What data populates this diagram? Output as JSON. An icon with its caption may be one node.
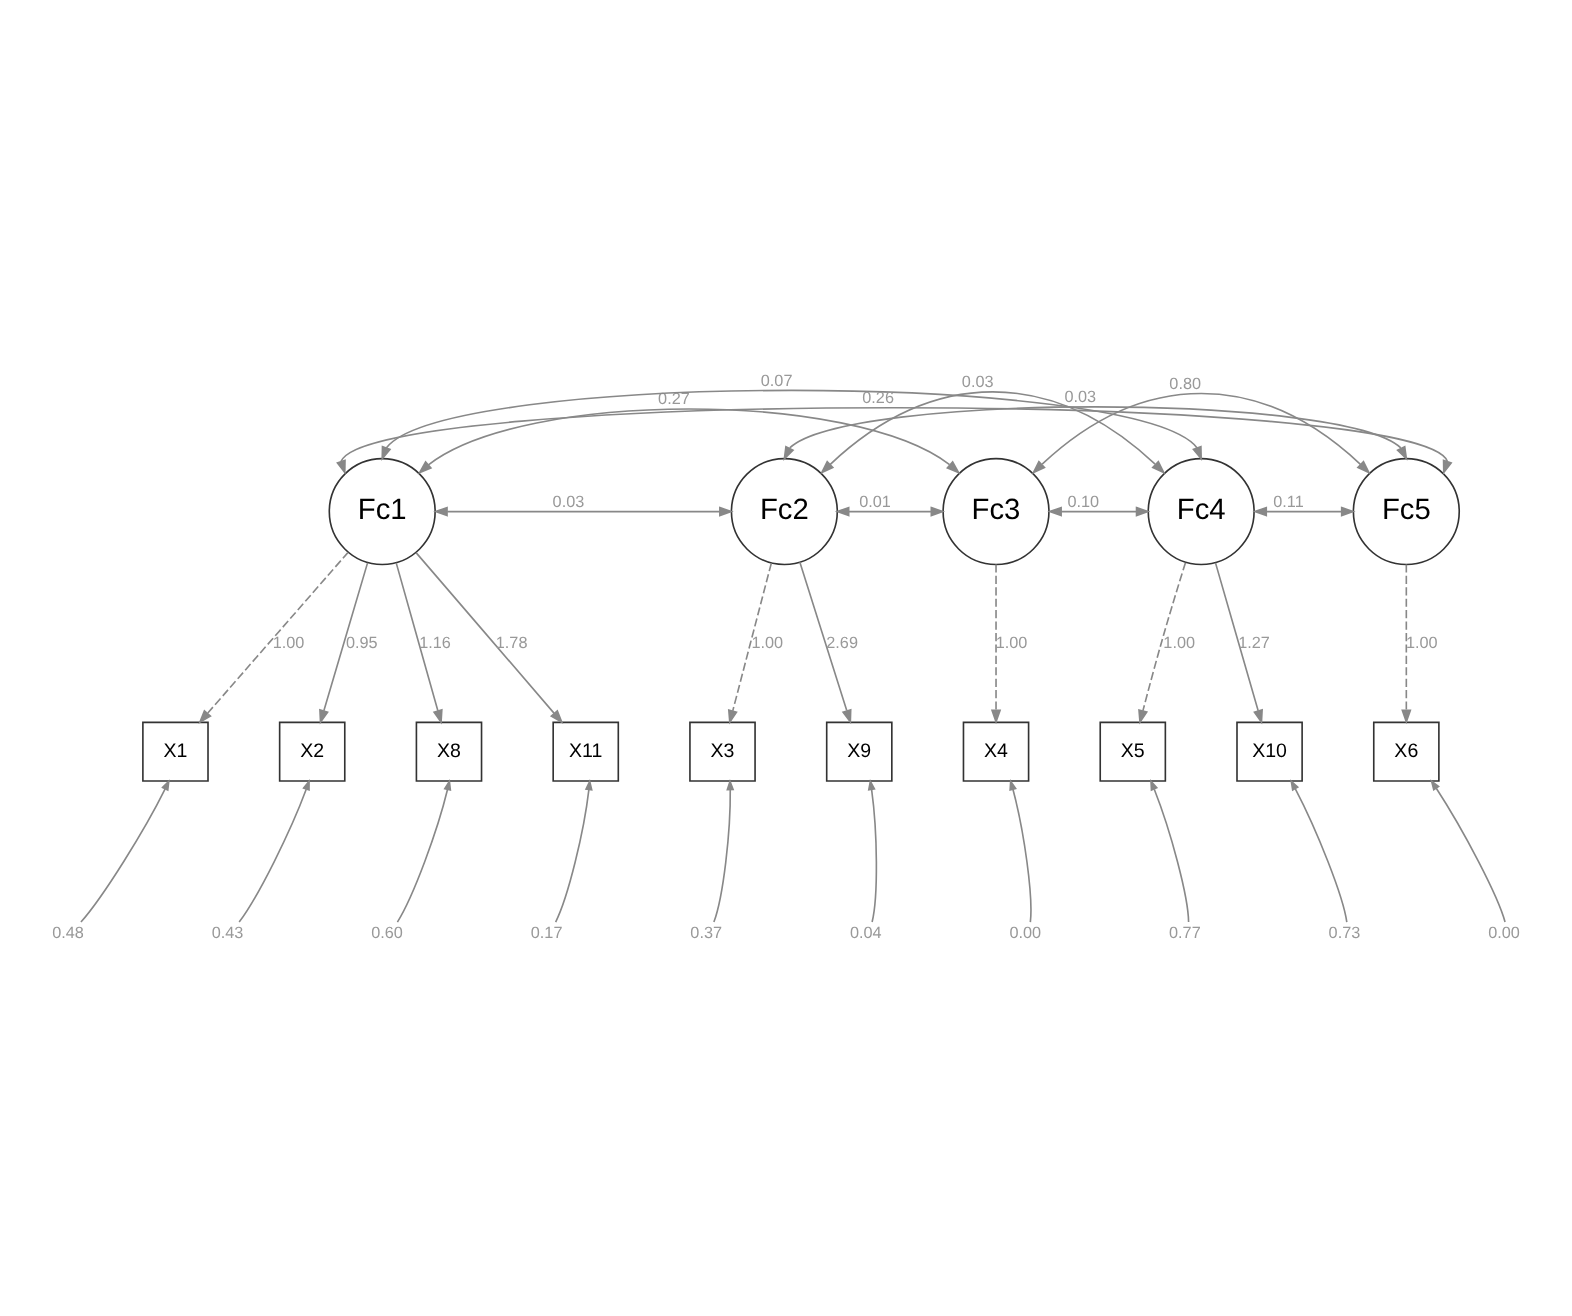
{
  "diagram": {
    "nodes": [
      {
        "text": [
          "Fc1"
        ]
      },
      {
        "text": [
          "Fc2"
        ]
      },
      {
        "text": [
          "Fc3"
        ]
      },
      {
        "text": [
          "Fc4"
        ]
      },
      {
        "text": [
          "Fc5"
        ]
      },
      {
        "text": [
          "X1"
        ]
      },
      {
        "text": [
          "X2"
        ]
      },
      {
        "text": [
          "X8"
        ]
      },
      {
        "text": [
          "X11"
        ]
      },
      {
        "text": [
          "X3"
        ]
      },
      {
        "text": [
          "X9"
        ]
      },
      {
        "text": [
          "X4"
        ]
      },
      {
        "text": [
          "X5"
        ]
      },
      {
        "text": [
          "X10"
        ]
      },
      {
        "text": [
          "X6"
        ]
      },
      {
        "text": [
          "0.48"
        ]
      },
      {
        "text": [
          "0.43"
        ]
      },
      {
        "text": [
          "0.60"
        ]
      },
      {
        "text": [
          "0.17"
        ]
      },
      {
        "text": [
          "0.37"
        ]
      },
      {
        "text": [
          "0.04"
        ]
      },
      {
        "text": [
          "0.00"
        ]
      },
      {
        "text": [
          "0.77"
        ]
      },
      {
        "text": [
          "0.73"
        ]
      },
      {
        "text": [
          "0.00"
        ]
      }
    ],
    "edges": [
      {
        "from": 0,
        "to": 5,
        "arrow": "to",
        "label": "1.00",
        "style": "dashed"
      },
      {
        "from": 0,
        "to": 6,
        "arrow": "to",
        "label": "0.95"
      },
      {
        "from": 0,
        "to": 7,
        "arrow": "to",
        "label": "1.16"
      },
      {
        "from": 0,
        "to": 8,
        "arrow": "to",
        "label": "1.78"
      },
      {
        "from": 1,
        "to": 9,
        "arrow": "to",
        "label": "1.00",
        "style": "dashed"
      },
      {
        "from": 1,
        "to": 10,
        "arrow": "to",
        "label": "2.69"
      },
      {
        "from": 2,
        "to": 11,
        "arrow": "to",
        "label": "1.00",
        "style": "dashed"
      },
      {
        "from": 3,
        "to": 12,
        "arrow": "to",
        "label": "1.00",
        "style": "dashed"
      },
      {
        "from": 3,
        "to": 13,
        "arrow": "to",
        "label": "1.27"
      },
      {
        "from": 4,
        "to": 14,
        "arrow": "to",
        "label": "1.00",
        "style": "dashed"
      },
      {
        "from": 0,
        "to": 1,
        "arrow": "both",
        "label": "0.03"
      },
      {
        "from": 0,
        "to": 2,
        "arrow": "both",
        "label": "0.27"
      },
      {
        "from": 0,
        "to": 3,
        "arrow": "both",
        "label": "0.07"
      },
      {
        "from": 0,
        "to": 4,
        "arrow": "both",
        "label": "0.26"
      },
      {
        "from": 1,
        "to": 2,
        "arrow": "both",
        "label": "0.01"
      },
      {
        "from": 1,
        "to": 3,
        "arrow": "both",
        "label": "0.03"
      },
      {
        "from": 1,
        "to": 4,
        "arrow": "both",
        "label": "0.03"
      },
      {
        "from": 2,
        "to": 3,
        "arrow": "both",
        "label": "0.10"
      },
      {
        "from": 2,
        "to": 4,
        "arrow": "both",
        "label": "0.80"
      },
      {
        "from": 3,
        "to": 4,
        "arrow": "both",
        "label": "0.11"
      },
      {
        "from": 15,
        "to": 5,
        "arrow": "to"
      },
      {
        "from": 16,
        "to": 6,
        "arrow": "to"
      },
      {
        "from": 17,
        "to": 7,
        "arrow": "to"
      },
      {
        "from": 18,
        "to": 8,
        "arrow": "to"
      },
      {
        "from": 19,
        "to": 9,
        "arrow": "to"
      },
      {
        "from": 20,
        "to": 10,
        "arrow": "to"
      },
      {
        "from": 21,
        "to": 11,
        "arrow": "to"
      },
      {
        "from": 22,
        "to": 12,
        "arrow": "to"
      },
      {
        "from": 23,
        "to": 13,
        "arrow": "to"
      },
      {
        "from": 24,
        "to": 14,
        "arrow": "to"
      }
    ]
  }
}
